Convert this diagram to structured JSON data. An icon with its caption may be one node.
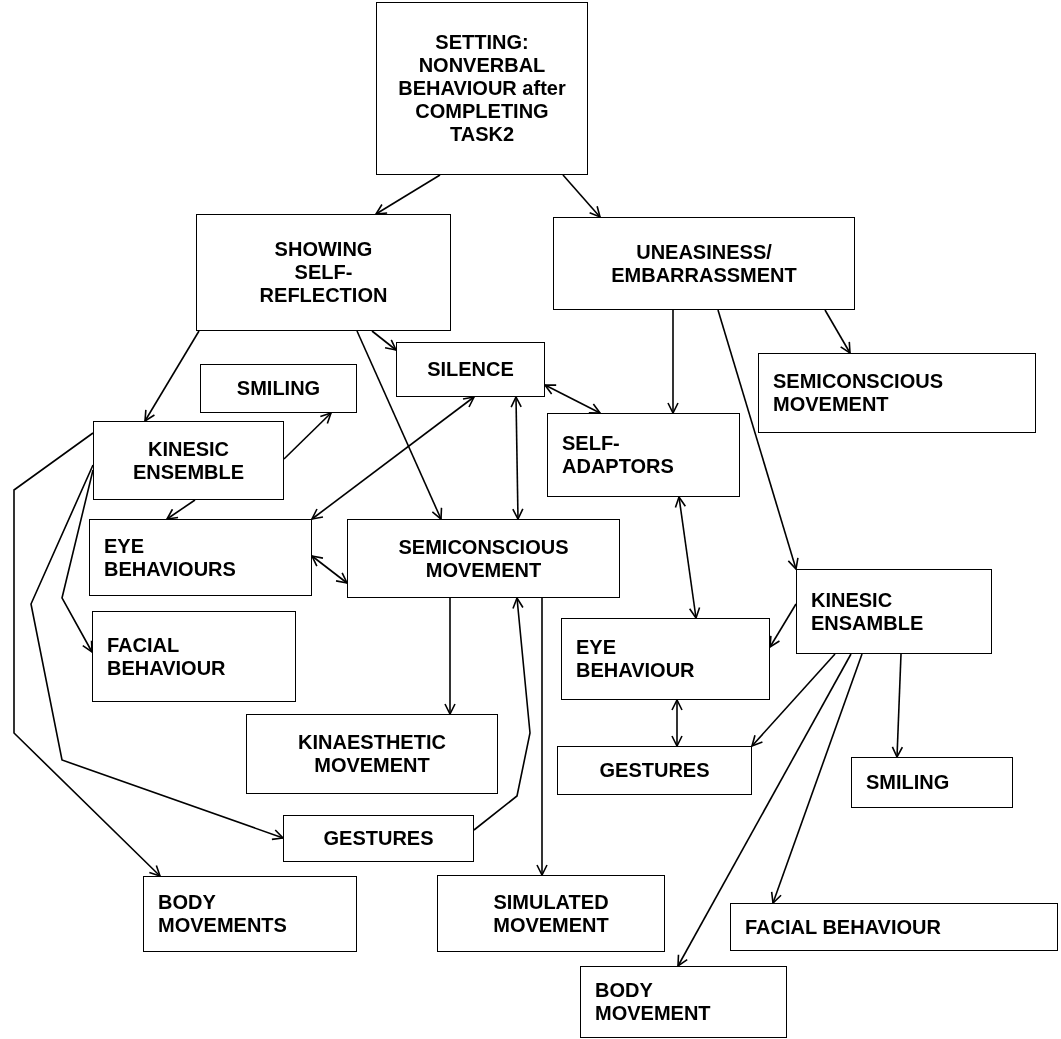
{
  "diagram": {
    "nodes": [
      {
        "text": [
          "SETTING: NONVERBAL BEHAVIOUR after COMPLETING TASK2"
        ]
      },
      {
        "text": [
          "SHOWING SELF-REFLECTION"
        ]
      },
      {
        "text": [
          "UNEASINESS/ EMBARRASSMENT"
        ]
      },
      {
        "text": [
          "SILENCE"
        ]
      },
      {
        "text": [
          "SMILING"
        ]
      },
      {
        "text": [
          "SEMICONSCIOUS MOVEMENT"
        ]
      },
      {
        "text": [
          "KINESIC ENSEMBLE"
        ]
      },
      {
        "text": [
          "SELF-ADAPTORS"
        ]
      },
      {
        "text": [
          "EYE BEHAVIOURS"
        ]
      },
      {
        "text": [
          "SEMICONSCIOUS MOVEMENT"
        ]
      },
      {
        "text": [
          "FACIAL BEHAVIOUR"
        ]
      },
      {
        "text": [
          "KINESIC ENSAMBLE"
        ]
      },
      {
        "text": [
          "EYE BEHAVIOUR"
        ]
      },
      {
        "text": [
          "KINAESTHETIC MOVEMENT"
        ]
      },
      {
        "text": [
          "GESTURES"
        ]
      },
      {
        "text": [
          "SMILING"
        ]
      },
      {
        "text": [
          "GESTURES"
        ]
      },
      {
        "text": [
          "BODY MOVEMENTS"
        ]
      },
      {
        "text": [
          "SIMULATED MOVEMENT"
        ]
      },
      {
        "text": [
          "FACIAL BEHAVIOUR"
        ]
      },
      {
        "text": [
          "BODY MOVEMENT"
        ]
      }
    ],
    "edges": [
      {
        "from": 0,
        "to": 1,
        "arrow": "to"
      },
      {
        "from": 0,
        "to": 2,
        "arrow": "to"
      },
      {
        "from": 1,
        "to": 6,
        "arrow": "to"
      },
      {
        "from": 1,
        "to": 3,
        "arrow": "to"
      },
      {
        "from": 1,
        "to": 9,
        "arrow": "to"
      },
      {
        "from": 6,
        "to": 4,
        "arrow": "to"
      },
      {
        "from": 6,
        "to": 8,
        "arrow": "to"
      },
      {
        "from": 3,
        "to": 8,
        "arrow": "both"
      },
      {
        "from": 3,
        "to": 9,
        "arrow": "both"
      },
      {
        "from": 3,
        "to": 7,
        "arrow": "both"
      },
      {
        "from": 8,
        "to": 9,
        "arrow": "both"
      },
      {
        "from": 2,
        "to": 7,
        "arrow": "to"
      },
      {
        "from": 2,
        "to": 11,
        "arrow": "to"
      },
      {
        "from": 2,
        "to": 5,
        "arrow": "to"
      },
      {
        "from": 6,
        "to": 10,
        "arrow": "to"
      },
      {
        "from": 6,
        "to": 16,
        "arrow": "to"
      },
      {
        "from": 6,
        "to": 17,
        "arrow": "to"
      },
      {
        "from": 9,
        "to": 13,
        "arrow": "to"
      },
      {
        "from": 9,
        "to": 18,
        "arrow": "to"
      },
      {
        "from": 16,
        "to": 9,
        "arrow": "to"
      },
      {
        "from": 7,
        "to": 12,
        "arrow": "both"
      },
      {
        "from": 11,
        "to": 12,
        "arrow": "to"
      },
      {
        "from": 12,
        "to": 14,
        "arrow": "both"
      },
      {
        "from": 11,
        "to": 14,
        "arrow": "to"
      },
      {
        "from": 11,
        "to": 15,
        "arrow": "to"
      },
      {
        "from": 11,
        "to": 19,
        "arrow": "to"
      },
      {
        "from": 11,
        "to": 20,
        "arrow": "to"
      }
    ]
  }
}
